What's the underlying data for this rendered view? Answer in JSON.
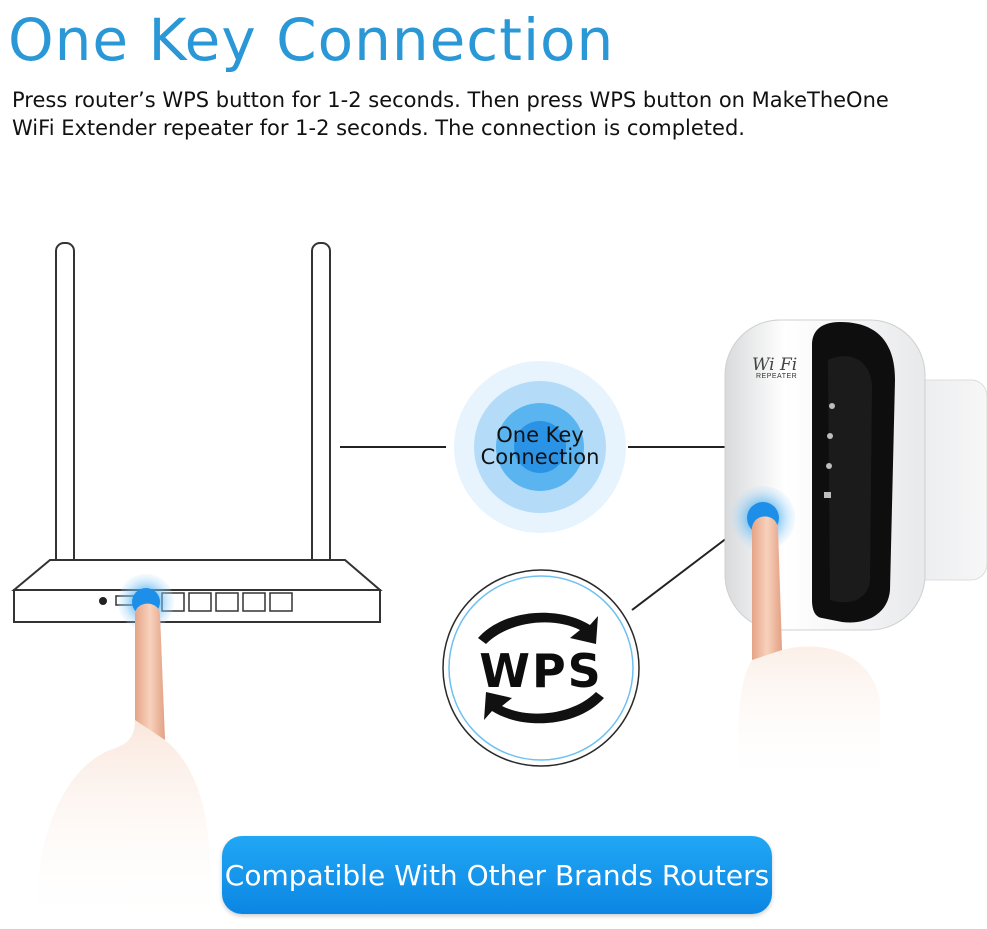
{
  "title": "One Key Connection",
  "description": [
    "Press router’s WPS button for 1-2 seconds. Then press WPS button on MakeTheOne",
    "WiFi Extender repeater for 1-2 seconds. The connection is completed."
  ],
  "center_badge": {
    "line1": "One Key",
    "line2": "Connection"
  },
  "wps_badge": {
    "label": "WPS"
  },
  "extender": {
    "logo": "Wi Fi",
    "sub": "REPEATER"
  },
  "footer_button": {
    "label": "Compatible With Other Brands Routers"
  },
  "colors": {
    "accent": "#2a97d6",
    "button": "#1597ec",
    "glow": "#1e90e8"
  },
  "icons": [
    "router-illustration",
    "wifi-extender-illustration",
    "finger-pointer-icon",
    "wps-arrows-icon",
    "power-led-icon",
    "wifi-led-icon",
    "lan-led-icon"
  ]
}
